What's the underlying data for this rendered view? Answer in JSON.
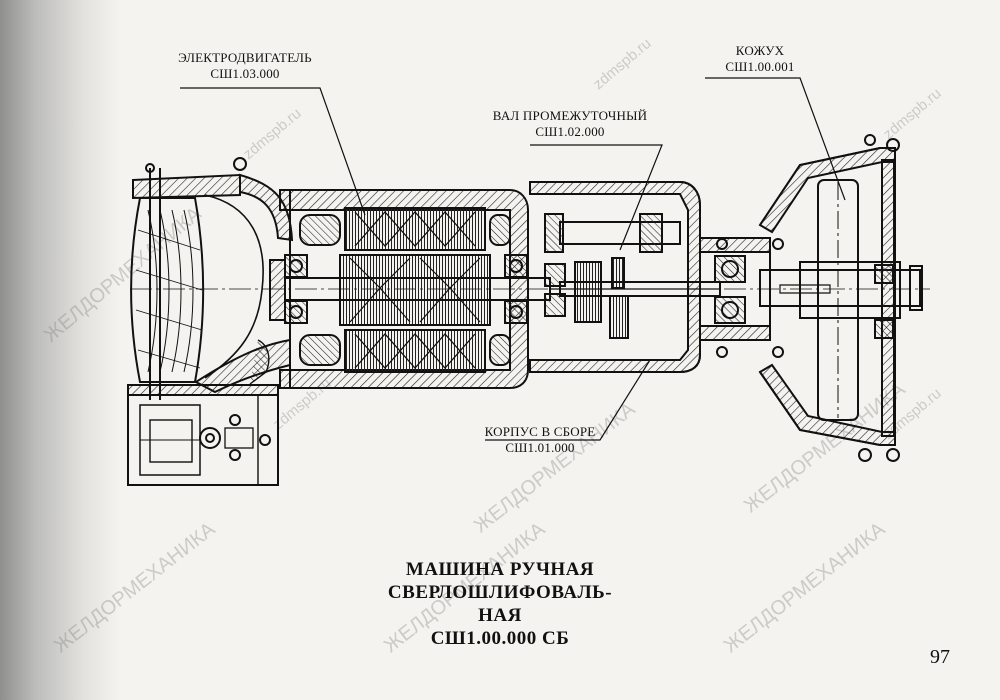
{
  "labels": {
    "motor": {
      "name": "ЭЛЕКТРОДВИГАТЕЛЬ",
      "code": "СШ1.03.000"
    },
    "shaft": {
      "name": "ВАЛ ПРОМЕЖУТОЧНЫЙ",
      "code": "СШ1.02.000"
    },
    "casing": {
      "name": "КОЖУХ",
      "code": "СШ1.00.001"
    },
    "housing": {
      "name": "КОРПУС В СБОРЕ",
      "code": "СШ1.01.000"
    }
  },
  "title": {
    "line1": "МАШИНА РУЧНАЯ",
    "line2": "СВЕРЛОШЛИФОВАЛЬ-",
    "line3": "НАЯ",
    "line4": "СШ1.00.000 СБ"
  },
  "page_number": "97",
  "watermarks": {
    "brand": "ЖЕЛДОРМЕХАНИКА",
    "site": "zdmspb.ru"
  },
  "colors": {
    "paper": "#f4f3ef",
    "ink": "#111111",
    "watermark": "#9a9a9a"
  }
}
